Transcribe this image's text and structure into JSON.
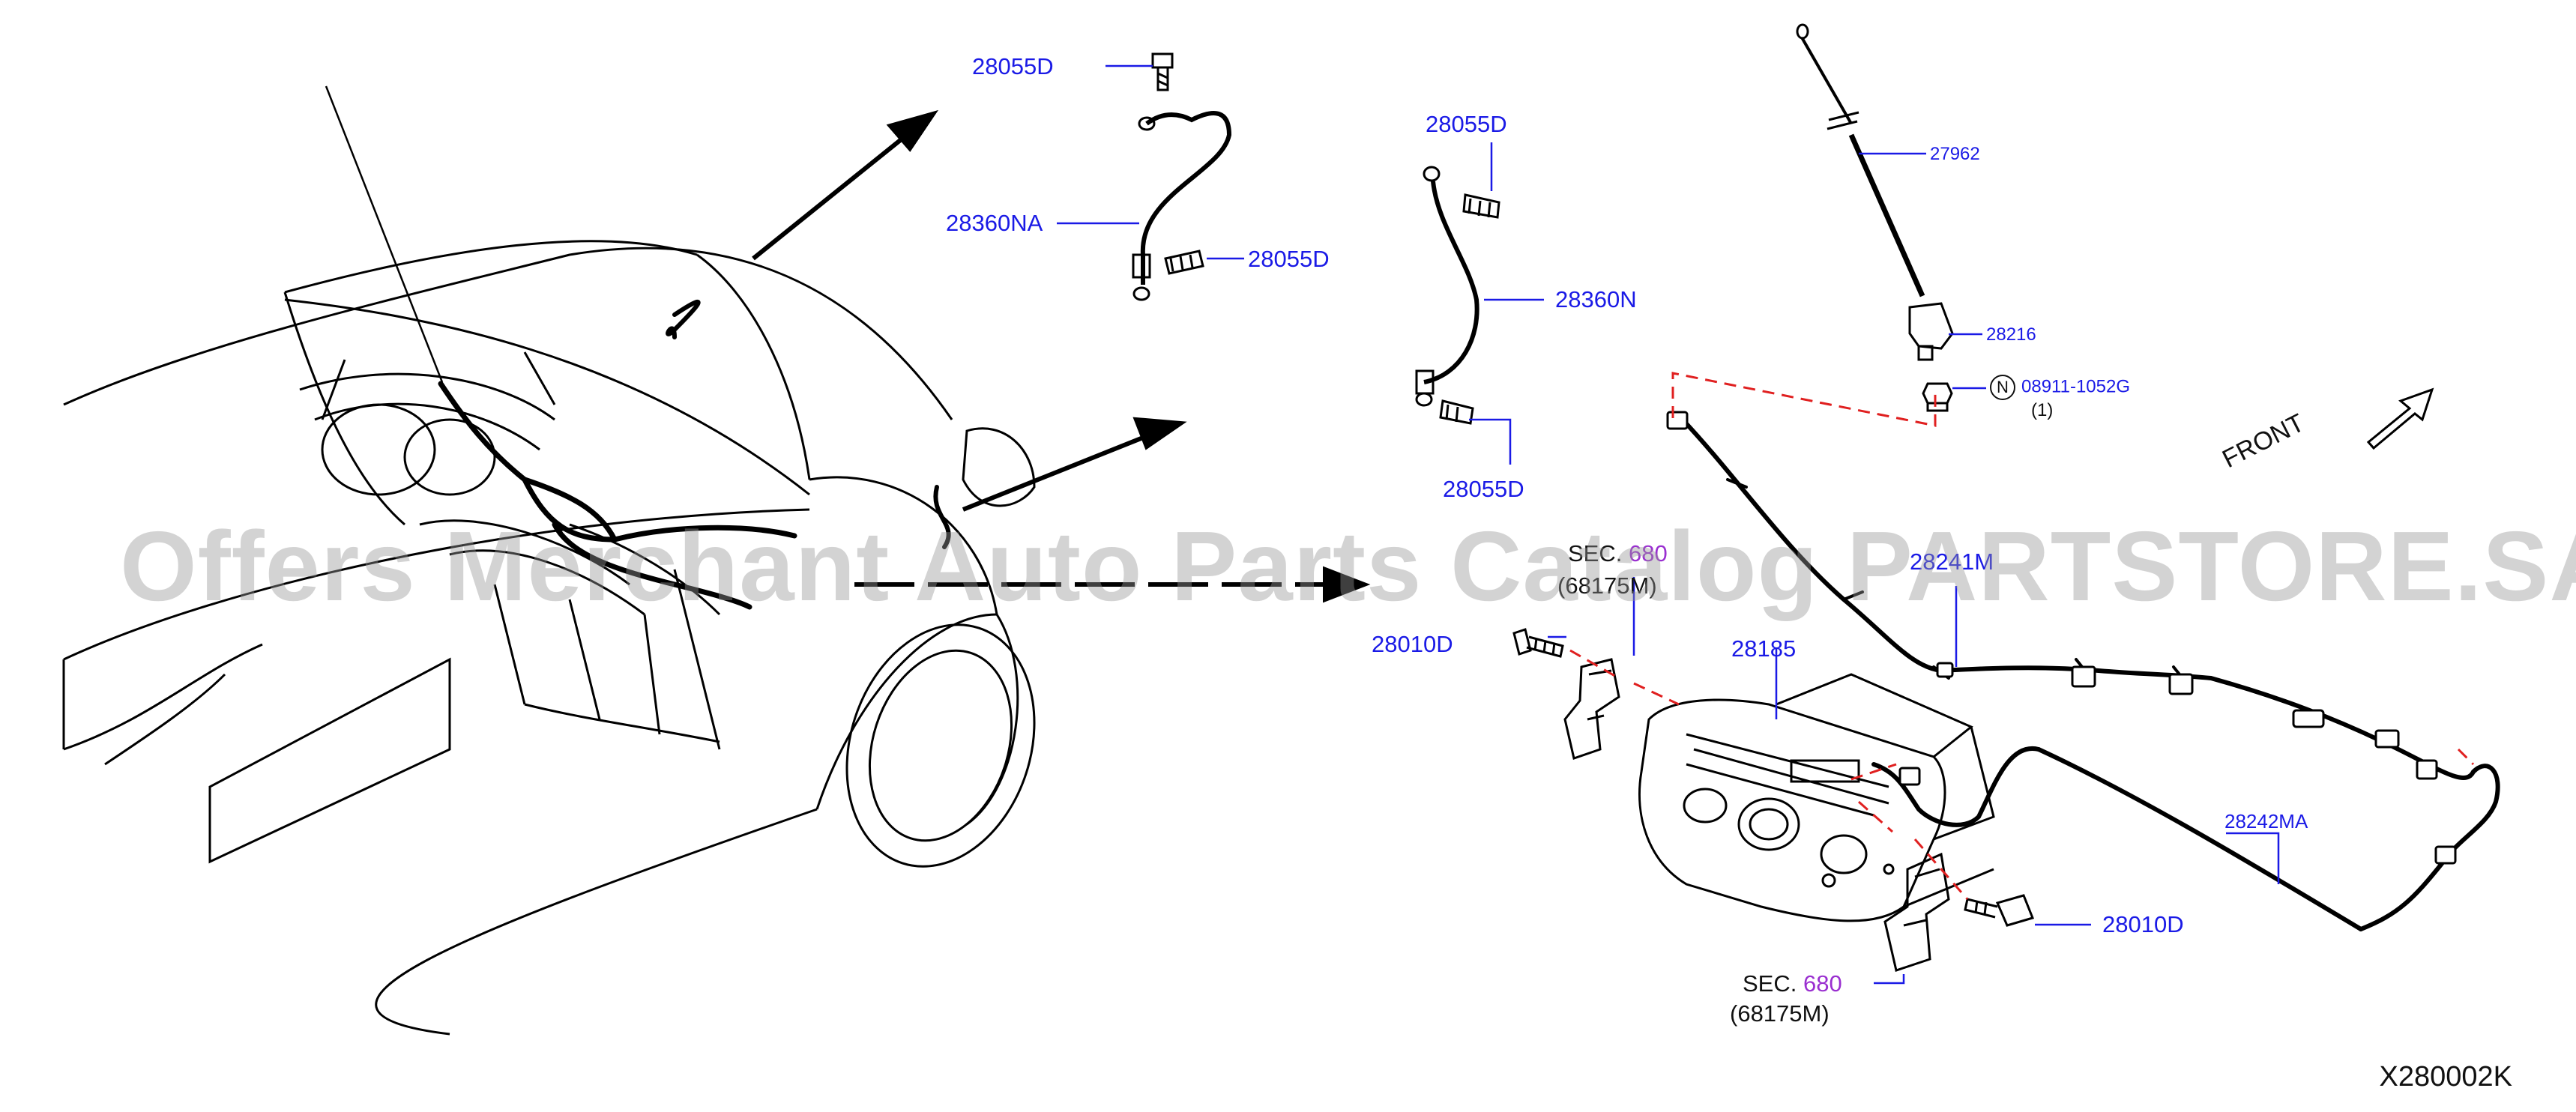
{
  "diagram": {
    "labels": {
      "d_top": "28055D",
      "na_cable": "28360NA",
      "d_na_lower": "28055D",
      "d_n_top": "28055D",
      "n_cable": "28360N",
      "d_n_lower": "28055D",
      "antenna_rod": "27962",
      "antenna_base": "28216",
      "nut_code": "N",
      "nut_part": "08911-1052G",
      "nut_qty": "(1)",
      "feeder_upper": "28241M",
      "feeder_lower": "28242MA",
      "audio_unit": "28185",
      "bolt_left": "28010D",
      "bolt_right": "28010D",
      "sec_upper_word": "SEC.",
      "sec_upper_num": "680",
      "sec_upper_ref": "(68175M)",
      "sec_lower_word": "SEC.",
      "sec_lower_num": "680",
      "sec_lower_ref": "(68175M)",
      "front": "FRONT"
    },
    "diagram_code": "X280002K",
    "watermark": "Offers Merchant Auto Parts Catalog PARTSTORE.SA"
  },
  "colors": {
    "part_number": "#1a1ae6",
    "section_number": "#9a2fd0",
    "leader_line": "#1a1ae6",
    "dashed_guide": "#e02020",
    "line_art": "#000000"
  }
}
